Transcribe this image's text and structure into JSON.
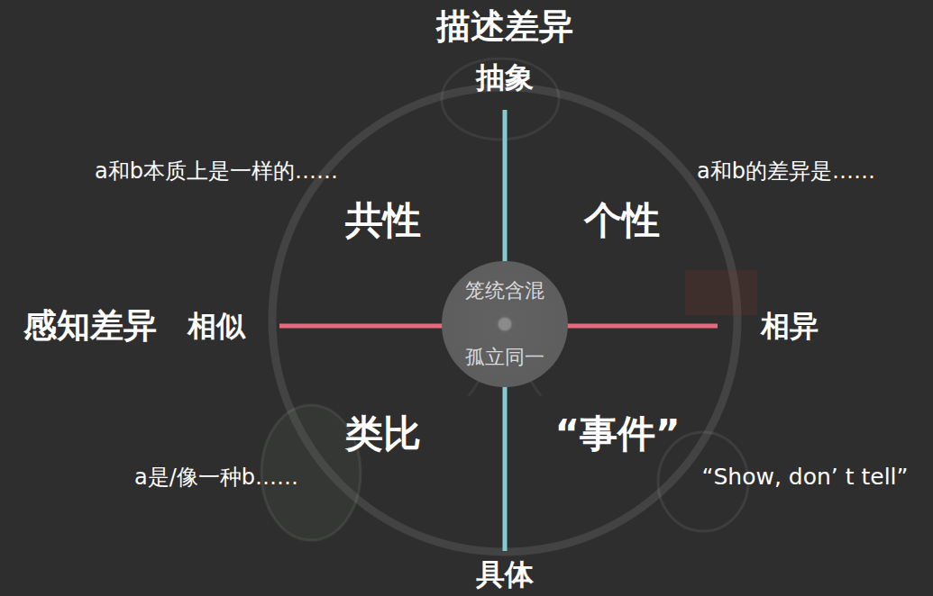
{
  "diagram": {
    "nodes": [
      {
        "text": [
          "笼统含混",
          "孤立同一"
        ]
      }
    ],
    "labels": [
      "描述差异",
      "抽象",
      "a和b本质上是一样的……",
      "a和b的差异是……",
      "共性",
      "个性",
      "感知差异",
      "相似",
      "相异",
      "类比",
      "“事件”",
      "a是/像一种b……",
      "“Show, don’ t tell”",
      "具体"
    ]
  }
}
